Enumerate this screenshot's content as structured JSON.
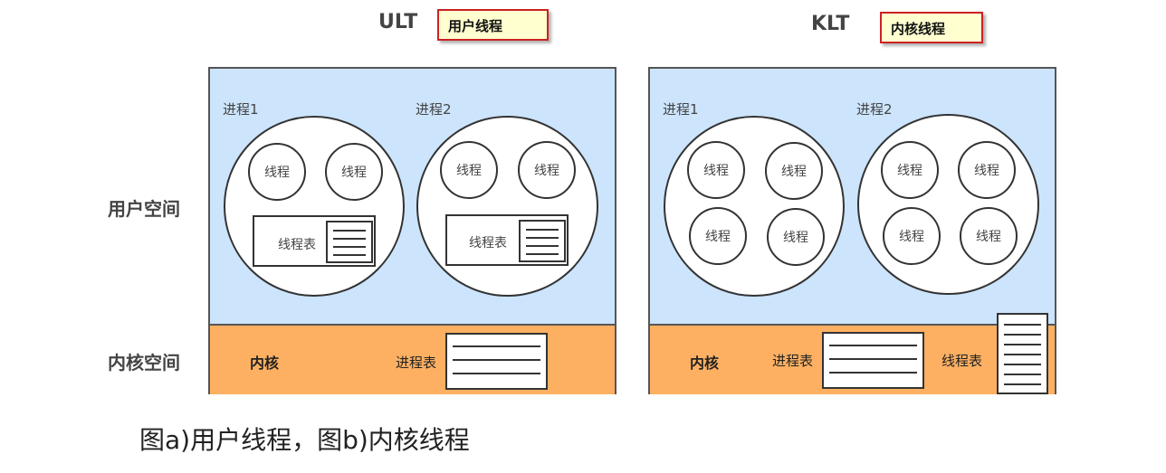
{
  "ult": {
    "heading": "ULT",
    "note": "用户线程",
    "process1": {
      "label": "进程1",
      "threads": [
        "线程",
        "线程"
      ],
      "thread_table": "线程表"
    },
    "process2": {
      "label": "进程2",
      "threads": [
        "线程",
        "线程"
      ],
      "thread_table": "线程表"
    },
    "kernel": {
      "label": "内核",
      "process_table": "进程表"
    }
  },
  "klt": {
    "heading": "KLT",
    "note": "内核线程",
    "process1": {
      "label": "进程1",
      "threads": [
        "线程",
        "线程",
        "线程",
        "线程"
      ]
    },
    "process2": {
      "label": "进程2",
      "threads": [
        "线程",
        "线程",
        "线程",
        "线程"
      ]
    },
    "kernel": {
      "label": "内核",
      "process_table": "进程表",
      "thread_table": "线程表"
    }
  },
  "side_labels": {
    "user_space": "用户空间",
    "kernel_space": "内核空间"
  },
  "caption": "图a)用户线程，图b)内核线程",
  "colors": {
    "user_space": "#cce4fc",
    "kernel_space": "#fdb062",
    "note_bg": "#ffffd0",
    "note_border": "#cc2222"
  }
}
